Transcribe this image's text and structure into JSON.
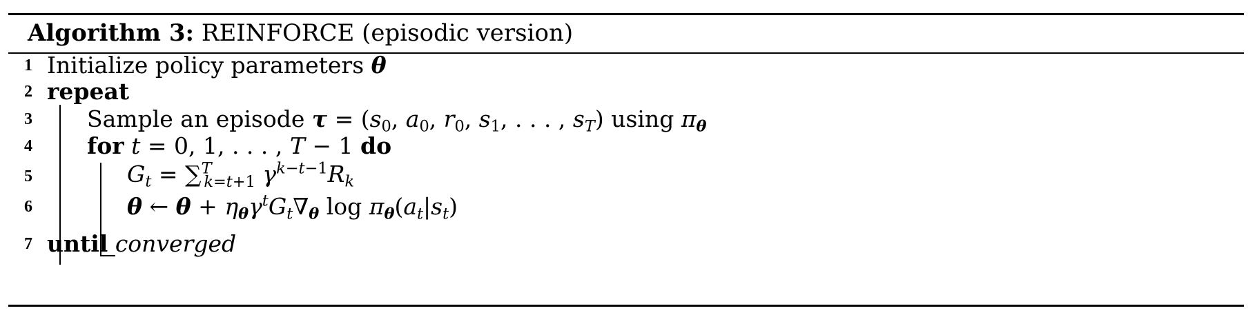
{
  "caption": {
    "label": "Algorithm 3:",
    "title": "REINFORCE (episodic version)"
  },
  "lines": [
    {
      "num": "1",
      "text": "Initialize policy parameters"
    },
    {
      "num": "2",
      "keyword": "repeat"
    },
    {
      "num": "3",
      "text": "Sample an episode",
      "using": "using"
    },
    {
      "num": "4",
      "keyword": "for",
      "do": "do"
    },
    {
      "num": "5"
    },
    {
      "num": "6"
    },
    {
      "num": "7",
      "keyword": "until",
      "condition": "converged"
    }
  ]
}
